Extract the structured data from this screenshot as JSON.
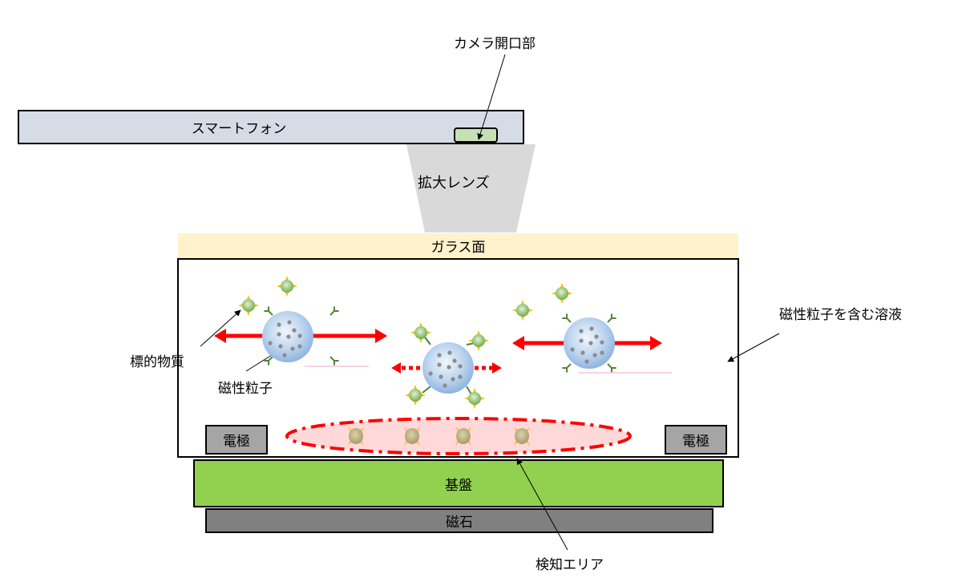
{
  "labels": {
    "camera_opening": "カメラ開口部",
    "smartphone": "スマートフォン",
    "magnifying_lens": "拡大レンズ",
    "glass_surface": "ガラス面",
    "solution": "磁性粒子を含む溶液",
    "target_substance": "標的物質",
    "magnetic_particle": "磁性粒子",
    "electrode_left": "電極",
    "electrode_right": "電極",
    "substrate": "基盤",
    "magnet": "磁石",
    "detection_area": "検知エリア"
  },
  "colors": {
    "smartphone": "#d6dce5",
    "camera": "#c5e0b4",
    "lens": "#d9d9d9",
    "glass": "#fff2cc",
    "electrode": "#a5a5a5",
    "substrate": "#92d050",
    "magnet": "#808080",
    "arrow": "#ff0000",
    "particle": "#9dc3e6",
    "target": "#70ad47",
    "target_spike": "#ffc000",
    "detection_fill": "#ffd9d9"
  },
  "particles": [
    {
      "name": "free-particle-left",
      "state": "oscillating",
      "antibodies": 4
    },
    {
      "name": "bound-particle-center",
      "state": "restricted-oscillating",
      "targets_bound": 4
    },
    {
      "name": "free-particle-right",
      "state": "oscillating",
      "antibodies": 4
    }
  ],
  "detected_targets_count": 4
}
